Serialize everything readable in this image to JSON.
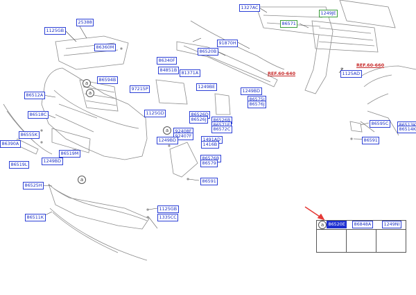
{
  "diagram": {
    "callout_marker": "a",
    "labels": [
      {
        "id": "l01",
        "text": "25388"
      },
      {
        "id": "l02",
        "text": "1125GB"
      },
      {
        "id": "l03",
        "text": "86360M"
      },
      {
        "id": "l04",
        "text": "86594B"
      },
      {
        "id": "l05",
        "text": "86512A"
      },
      {
        "id": "l06",
        "text": "86518C"
      },
      {
        "id": "l07",
        "text": "86555K"
      },
      {
        "id": "l08",
        "text": "86390A"
      },
      {
        "id": "l09",
        "text": "86519L"
      },
      {
        "id": "l10",
        "text": "1249BD"
      },
      {
        "id": "l11",
        "text": "86519M"
      },
      {
        "id": "l12",
        "text": "86525H"
      },
      {
        "id": "l13",
        "text": "86511K"
      },
      {
        "id": "l14",
        "text": "86340F"
      },
      {
        "id": "l15",
        "text": "84851B"
      },
      {
        "id": "l16",
        "text": "97215P"
      },
      {
        "id": "l17",
        "text": "81371A"
      },
      {
        "id": "l18",
        "text": "1125GD"
      },
      {
        "id": "l19",
        "text": "86526D"
      },
      {
        "id": "l20",
        "text": "1249BE"
      },
      {
        "id": "l21",
        "text": "92408F"
      },
      {
        "id": "l22",
        "text": "92407F"
      },
      {
        "id": "l23",
        "text": "1249BD"
      },
      {
        "id": "l24",
        "text": "91870H"
      },
      {
        "id": "l25",
        "text": "86520B"
      },
      {
        "id": "l26",
        "text": "1327AC"
      },
      {
        "id": "l27",
        "text": "86571"
      },
      {
        "id": "l28",
        "text": "1249JE"
      },
      {
        "id": "l29",
        "text": "1249BD"
      },
      {
        "id": "l30",
        "text": "86575J"
      },
      {
        "id": "l31",
        "text": "86576J"
      },
      {
        "id": "l32",
        "text": "86526J"
      },
      {
        "id": "l33",
        "text": "86526B"
      },
      {
        "id": "l34",
        "text": "86571E"
      },
      {
        "id": "l35",
        "text": "86572C"
      },
      {
        "id": "l36",
        "text": "1491AD"
      },
      {
        "id": "l37",
        "text": "1416B"
      },
      {
        "id": "l38",
        "text": "86576B"
      },
      {
        "id": "l39",
        "text": "86579"
      },
      {
        "id": "l40",
        "text": "86591"
      },
      {
        "id": "l41",
        "text": "1125AD"
      },
      {
        "id": "l42",
        "text": "86595C"
      },
      {
        "id": "l43",
        "text": "86513K"
      },
      {
        "id": "l44",
        "text": "86514K"
      },
      {
        "id": "l45",
        "text": "86591"
      },
      {
        "id": "l46",
        "text": "1125GB"
      },
      {
        "id": "l47",
        "text": "1335CC"
      }
    ],
    "references": [
      {
        "id": "r1",
        "text": "REF.60-640"
      },
      {
        "id": "r2",
        "text": "REF.60-660"
      }
    ],
    "legend": {
      "marker": "a",
      "parts": [
        "86520E",
        "86848A",
        "1249NI"
      ],
      "selected_index": 0
    },
    "colors": {
      "label_border": "#2b3fd6",
      "label_text": "#1a2fc4",
      "selected_fill": "#1d2fd0",
      "reference_text": "#c62828",
      "pointer_arrow": "#e53935",
      "line_art": "#8a8a8a"
    }
  }
}
